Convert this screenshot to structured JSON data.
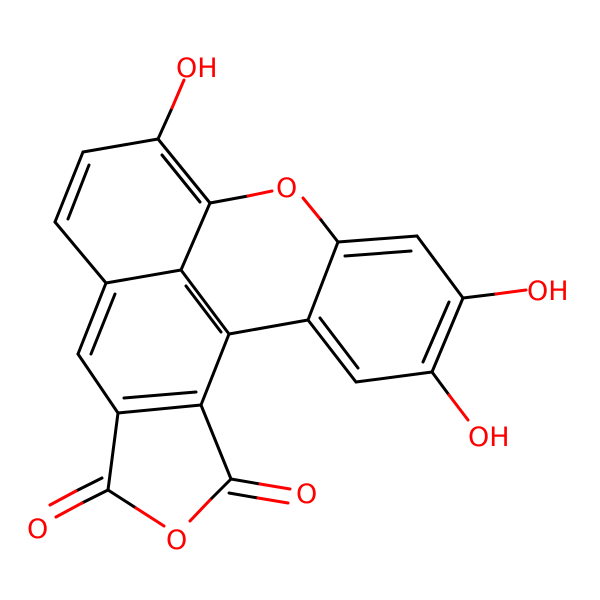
{
  "molecule": {
    "atom_labels": {
      "oh_top": "OH",
      "o_ether": "O",
      "oh_right_upper": "OH",
      "oh_right_lower": "OH",
      "o_carbonyl_left": "O",
      "o_ring": "O",
      "o_carbonyl_right": "O"
    },
    "colors": {
      "bond": "#000000",
      "heteroatom": "#ff0000",
      "background": "#ffffff"
    }
  }
}
